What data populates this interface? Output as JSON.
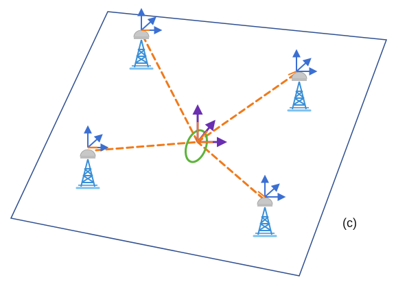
{
  "figure": {
    "panel_label": "(c)"
  },
  "scene": {
    "towers": [
      {
        "id": "top-left"
      },
      {
        "id": "top-right"
      },
      {
        "id": "left"
      },
      {
        "id": "bottom-right"
      }
    ],
    "target": {
      "uncertainty_ellipse": true
    }
  },
  "colors": {
    "plane_border": "#2f4f8f",
    "tower_blue": "#3a8fd6",
    "tower_blue_light": "#7cc0ee",
    "antenna_dome": "#c8c8c8",
    "antenna_dome_dark": "#9a9a9a",
    "axis_blue": "#3b6fd2",
    "axis_orange": "#f07a1a",
    "link_dash": "#f07a1a",
    "target_axis": "#6a2fb0",
    "ellipse": "#5db33b"
  }
}
